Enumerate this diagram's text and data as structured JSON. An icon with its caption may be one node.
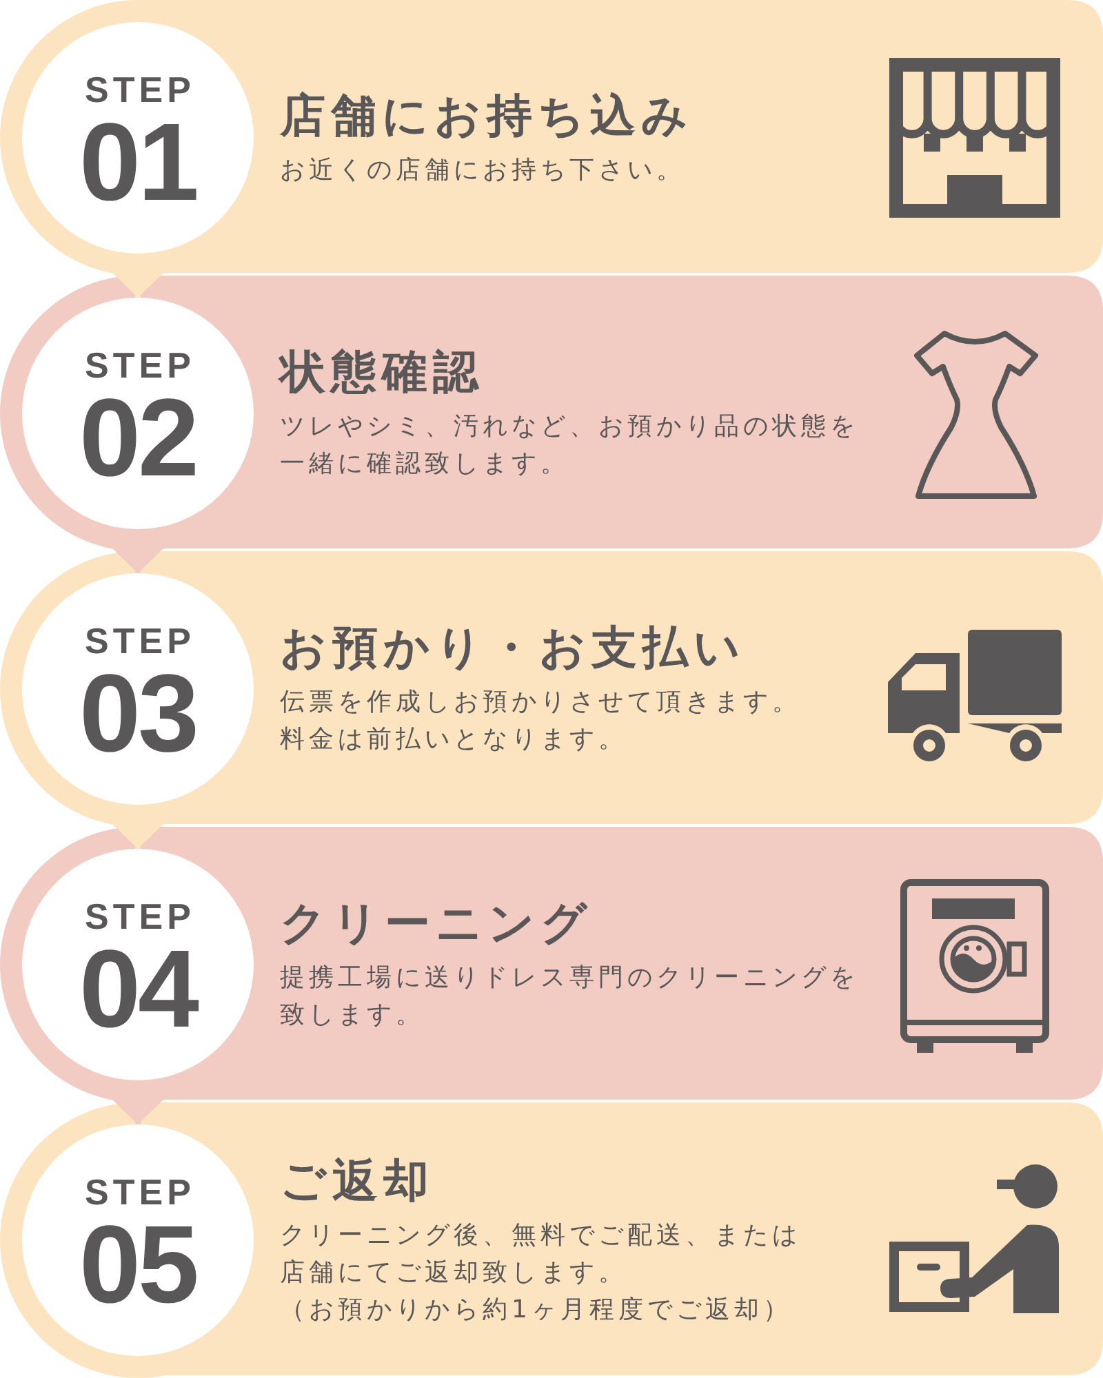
{
  "diagram": {
    "nodes": [
      {
        "text": [
          "STEP",
          "01"
        ]
      },
      {
        "text": [
          "店舗にお持ち込み",
          "お近くの店舗にお持ち下さい。"
        ]
      },
      {
        "text": [
          "STEP",
          "02"
        ]
      },
      {
        "text": [
          "状態確認",
          "ツレやシミ、汚れなど、お預かり品の状態を一緒に確認致します。"
        ]
      },
      {
        "text": [
          "STEP",
          "03"
        ]
      },
      {
        "text": [
          "お預かり・お支払い",
          "伝票を作成しお預かりさせて頂きます。料金は前払いとなります。"
        ]
      },
      {
        "text": [
          "STEP",
          "04"
        ]
      },
      {
        "text": [
          "クリーニング",
          "提携工場に送りドレス専門のクリーニングを致します。"
        ]
      },
      {
        "text": [
          "STEP",
          "05"
        ]
      },
      {
        "text": [
          "ご返却",
          "クリーニング後、無料でご配送、または店舗にてご返却致します。",
          "（お預かりから約1ヶ月程度でご返却）"
        ]
      }
    ],
    "edges": [
      {
        "from": 0,
        "to": 2,
        "arrow": "to"
      },
      {
        "from": 2,
        "to": 4,
        "arrow": "to",
        "color": "#f2cbc2"
      },
      {
        "from": 4,
        "to": 6,
        "arrow": "to"
      },
      {
        "from": 6,
        "to": 8,
        "arrow": "to",
        "color": "#f2cbc2"
      }
    ]
  }
}
